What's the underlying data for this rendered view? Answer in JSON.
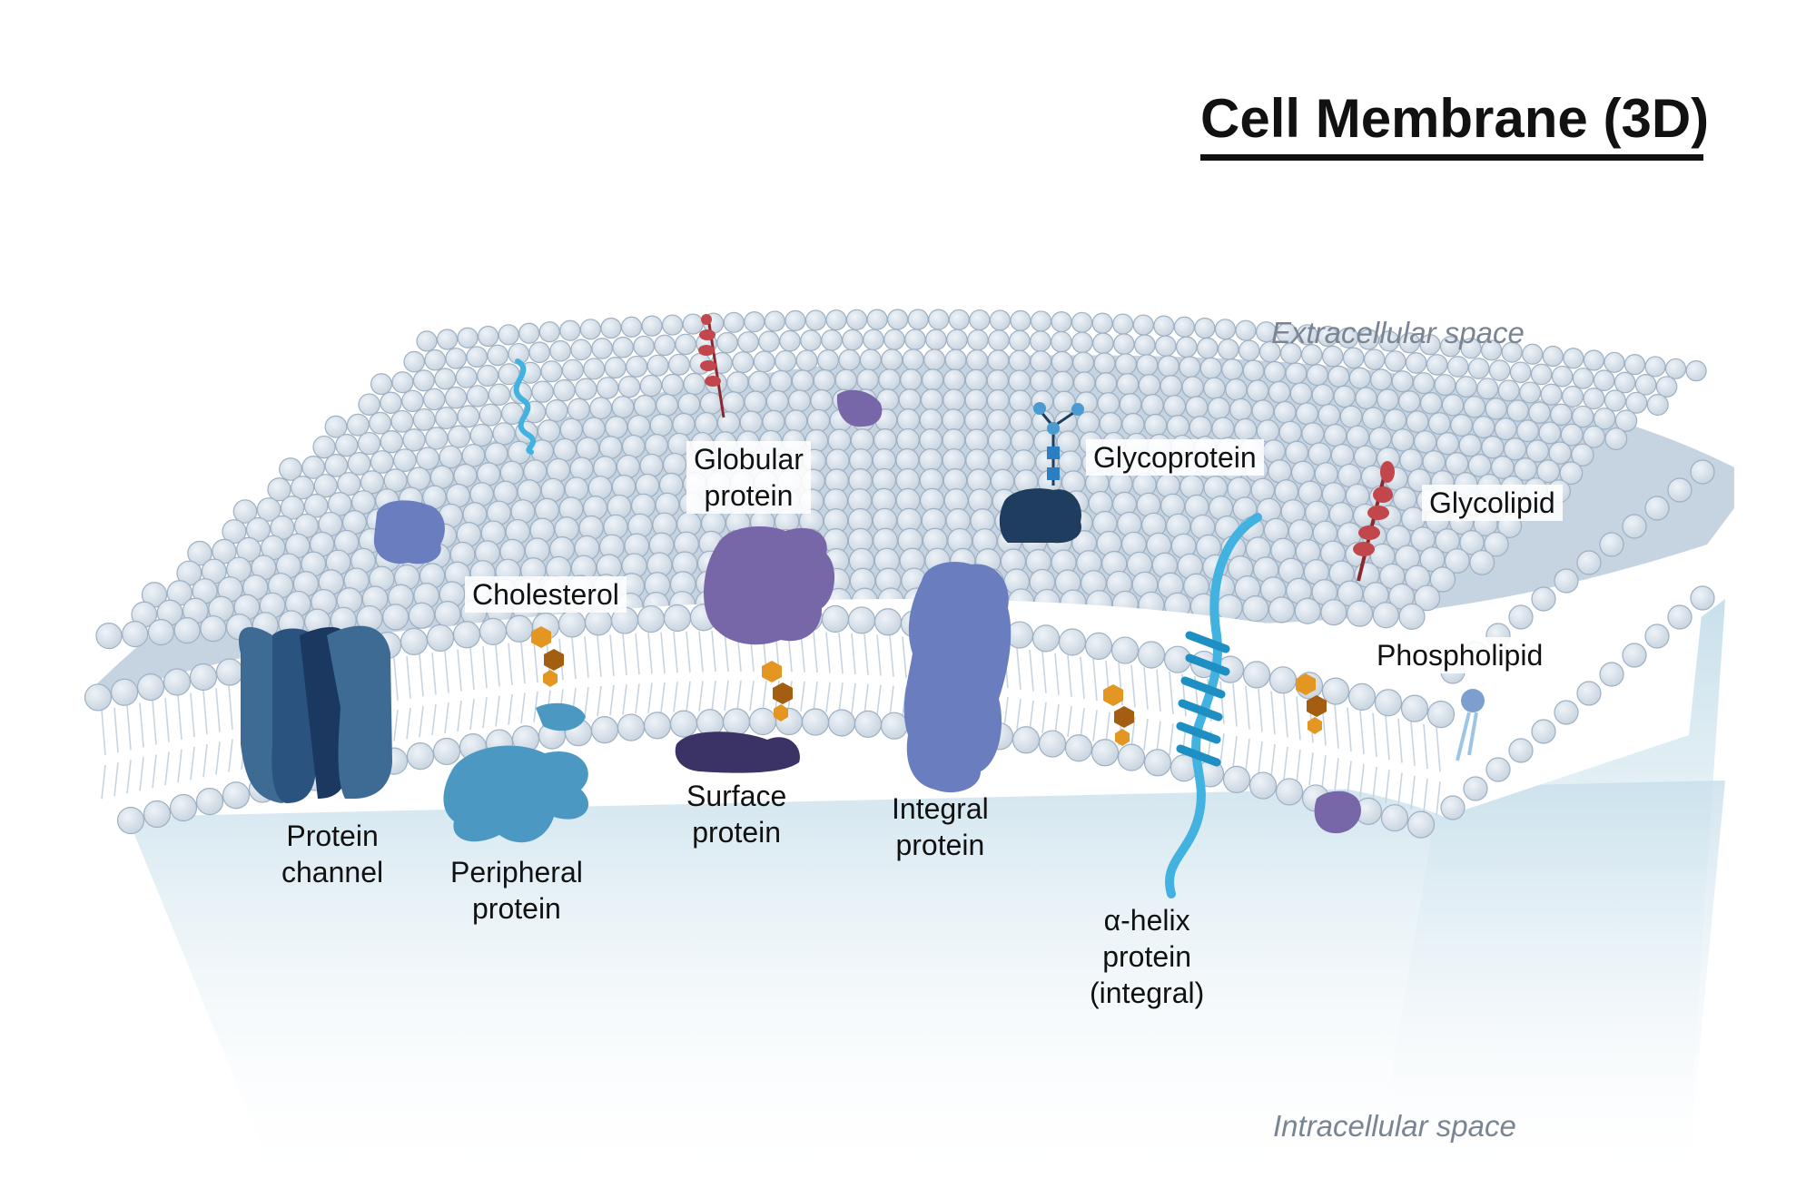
{
  "title": "Cell Membrane (3D)",
  "regions": {
    "extracellular": "Extracellular space",
    "intracellular": "Intracellular space"
  },
  "labels": {
    "globular_protein": [
      "Globular",
      "protein"
    ],
    "glycoprotein": "Glycoprotein",
    "glycolipid": "Glycolipid",
    "cholesterol": "Cholesterol",
    "phospholipid": "Phospholipid",
    "protein_channel": [
      "Protein",
      "channel"
    ],
    "peripheral_protein": [
      "Peripheral",
      "protein"
    ],
    "surface_protein": [
      "Surface",
      "protein"
    ],
    "integral_protein": [
      "Integral",
      "protein"
    ],
    "alpha_helix_protein": [
      "α-helix",
      "protein",
      "(integral)"
    ]
  },
  "colors": {
    "lipid_head": "#d3dde8",
    "lipid_head_edge": "#9eb0c2",
    "lipid_tail": "#c7d4e0",
    "intracellular_fill": "#cfe3ee",
    "protein_channel": "#3d6b94",
    "protein_channel_dark": "#1b3860",
    "peripheral_protein": "#4b98c2",
    "globular_protein": "#7867a8",
    "surface_protein": "#3b3366",
    "integral_protein": "#6a7ebf",
    "glycoprotein_base": "#1f3d5e",
    "glycoprotein_sugar": "#2b7ec4",
    "glycolipid_chain": "#c2474c",
    "cholesterol": "#e39622",
    "cholesterol_dark": "#a35e12",
    "alpha_helix": "#42b2e0",
    "title_text": "#111111",
    "region_text": "#7a8594"
  }
}
